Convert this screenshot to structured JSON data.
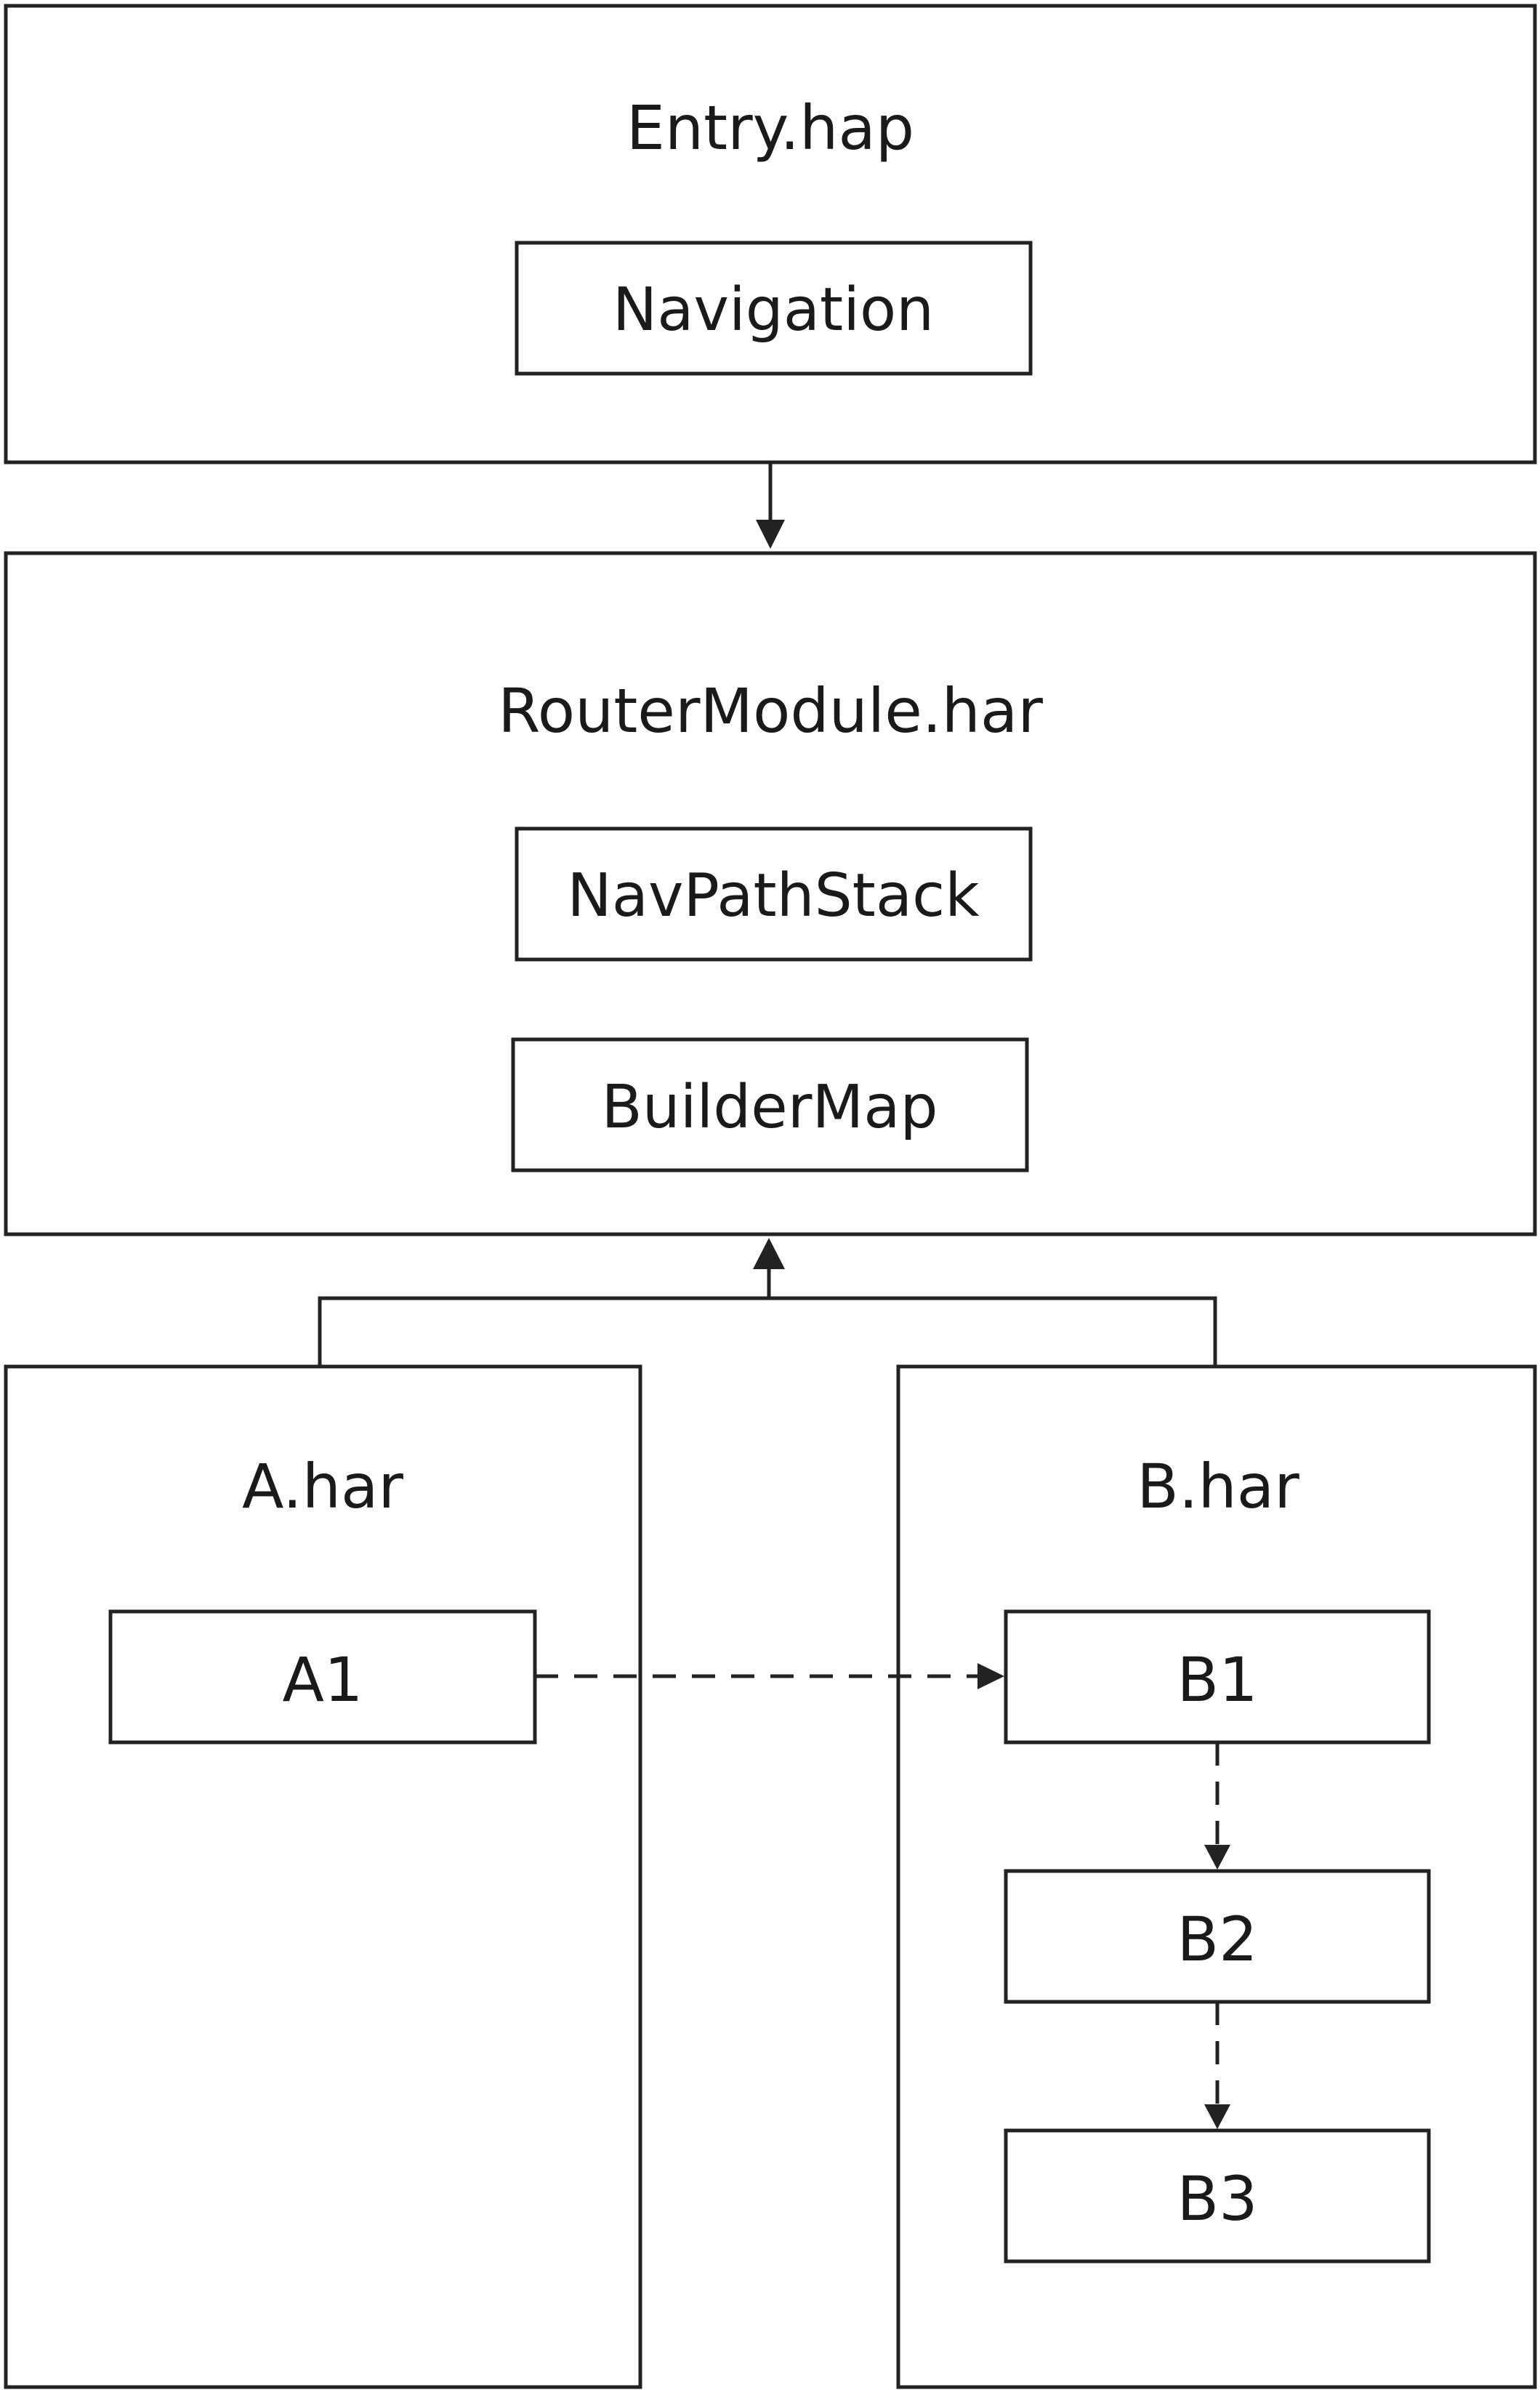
{
  "modules": {
    "entry": {
      "title": "Entry.hap",
      "items": [
        "Navigation"
      ]
    },
    "router": {
      "title": "RouterModule.har",
      "items": [
        "NavPathStack",
        "BuilderMap"
      ]
    },
    "a": {
      "title": "A.har",
      "items": [
        "A1"
      ]
    },
    "b": {
      "title": "B.har",
      "items": [
        "B1",
        "B2",
        "B3"
      ]
    }
  },
  "edges": [
    {
      "from": "Entry.hap",
      "to": "RouterModule.har",
      "style": "solid"
    },
    {
      "from": "A.har",
      "to": "RouterModule.har",
      "style": "solid"
    },
    {
      "from": "B.har",
      "to": "RouterModule.har",
      "style": "solid"
    },
    {
      "from": "A1",
      "to": "B1",
      "style": "dashed"
    },
    {
      "from": "B1",
      "to": "B2",
      "style": "dashed"
    },
    {
      "from": "B2",
      "to": "B3",
      "style": "dashed"
    }
  ],
  "colors": {
    "stroke": "#222222",
    "text": "#1a1a1a",
    "background": "#ffffff"
  }
}
